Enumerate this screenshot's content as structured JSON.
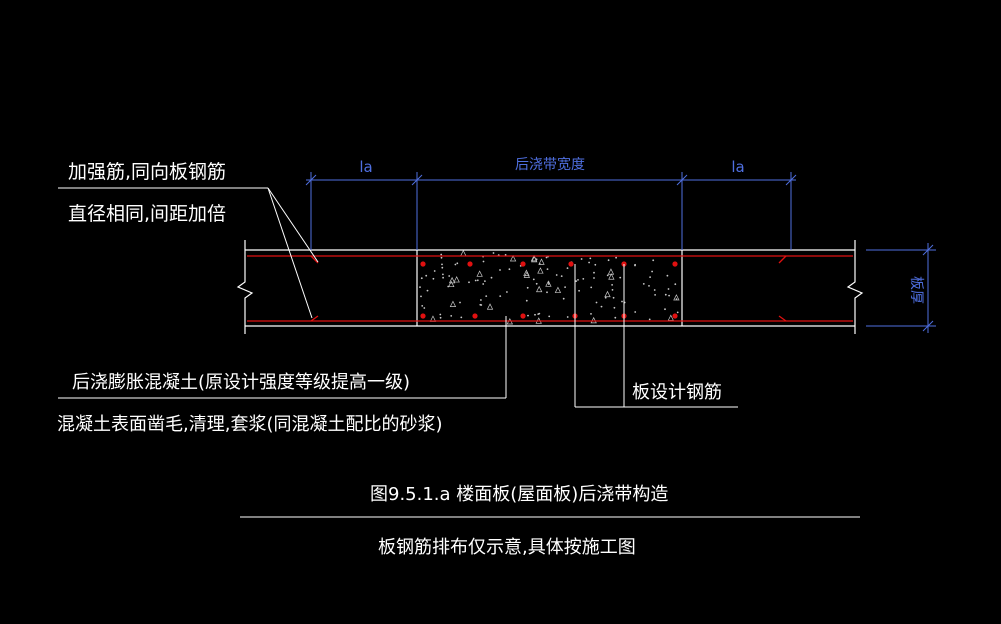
{
  "labels": {
    "rebar_note_line1": "加强筋,同向板钢筋",
    "rebar_note_line2": "直径相同,间距加倍",
    "band_width": "后浇带宽度",
    "la_left": "la",
    "la_right": "la",
    "slab_thickness": "板厚",
    "concrete_note_line1": "后浇膨胀混凝土(原设计强度等级提高一级)",
    "concrete_note_line2": "混凝土表面凿毛,清理,套浆(同混凝土配比的砂浆)",
    "slab_rebar": "板设计钢筋",
    "figure_title": "图9.5.1.a  楼面板(屋面板)后浇带构造",
    "figure_note": "板钢筋排布仅示意,具体按施工图"
  },
  "colors": {
    "background": "#000000",
    "line": "#ffffff",
    "dimension": "#4f6fe0",
    "rebar": "#e01010",
    "concrete_dots": "#c8c8c8"
  }
}
